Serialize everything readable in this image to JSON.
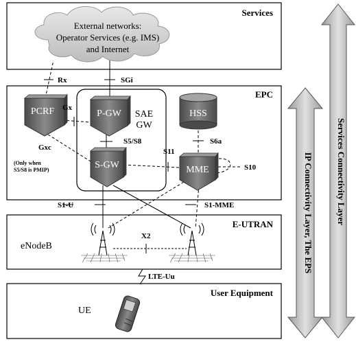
{
  "layers": {
    "services": "Services",
    "epc": "EPC",
    "eutran": "E-UTRAN",
    "ue": "User Equipment"
  },
  "cloud": {
    "line1": "External networks:",
    "line2": "Operator Services (e.g. IMS)",
    "line3": "and Internet"
  },
  "nodes": {
    "pcrf": "PCRF",
    "pgw": "P-GW",
    "sgw": "S-GW",
    "hss": "HSS",
    "mme": "MME",
    "sae_line1": "SAE",
    "sae_line2": "GW",
    "enodeb": "eNodeB",
    "ue": "UE"
  },
  "interfaces": {
    "rx": "Rx",
    "sgi": "SGi",
    "gx": "Gx",
    "gxc": "Gxc",
    "gxc_note1": "(Only when",
    "gxc_note2": "S5/S8 is PMIP)",
    "s5s8": "S5/S8",
    "s6a": "S6a",
    "s11": "S11",
    "s10": "S10",
    "s1u": "S1-U",
    "s1mme": "S1-MME",
    "x2": "X2",
    "lteuu": "LTE-Uu"
  },
  "arrows": {
    "ip_connectivity": "IP Connectivity Layer, The EPS",
    "services_connectivity": "Services Connectivity Layer"
  },
  "colors": {
    "node_dark": "#5a5a5a",
    "node_light": "#8c8c8c",
    "arrow_fill": "#c8c8c8",
    "cloud_fill": "#d9d9d9"
  },
  "icons": [
    "antenna-tower-icon",
    "mobile-phone-icon",
    "cloud-icon"
  ]
}
